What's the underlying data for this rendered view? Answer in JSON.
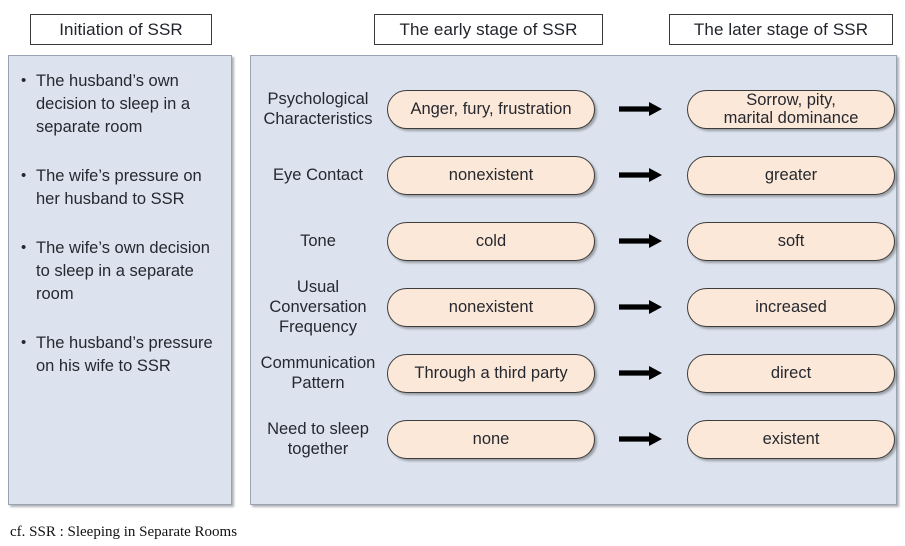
{
  "headers": {
    "initiation": "Initiation of SSR",
    "early": "The early stage of  SSR",
    "later": "The later stage of SSR"
  },
  "initiation_panel": {
    "bullets": [
      "The husband’s own decision to sleep in a separate room",
      "The wife’s pressure on her husband to SSR",
      "The wife’s own decision to sleep in a separate room",
      "The husband’s pressure on his wife to SSR"
    ]
  },
  "stage_rows": [
    {
      "label": "Psychological\nCharacteristics",
      "early": "Anger, fury, frustration",
      "later": "Sorrow, pity,\nmarital dominance",
      "arrow": "right-arrow-icon"
    },
    {
      "label": "Eye Contact",
      "early": "nonexistent",
      "later": "greater",
      "arrow": "right-arrow-icon"
    },
    {
      "label": "Tone",
      "early": "cold",
      "later": "soft",
      "arrow": "right-arrow-icon"
    },
    {
      "label": "Usual\nConversation\nFrequency",
      "early": "nonexistent",
      "later": "increased",
      "arrow": "right-arrow-icon"
    },
    {
      "label": "Communication\nPattern",
      "early": "Through a third  party",
      "later": "direct",
      "arrow": "right-arrow-icon"
    },
    {
      "label": "Need to sleep\ntogether",
      "early": "none",
      "later": "existent",
      "arrow": "right-arrow-icon"
    }
  ],
  "footnote": "cf. SSR : Sleeping in Separate Rooms",
  "colors": {
    "panel_background": "#dce3ef",
    "panel_border": "#9aa3b2",
    "pill_fill": "#fce8d8",
    "pill_border": "#3d3d3d",
    "text": "#26282f",
    "title_border": "#3a3a3a",
    "arrow": "#000000"
  }
}
